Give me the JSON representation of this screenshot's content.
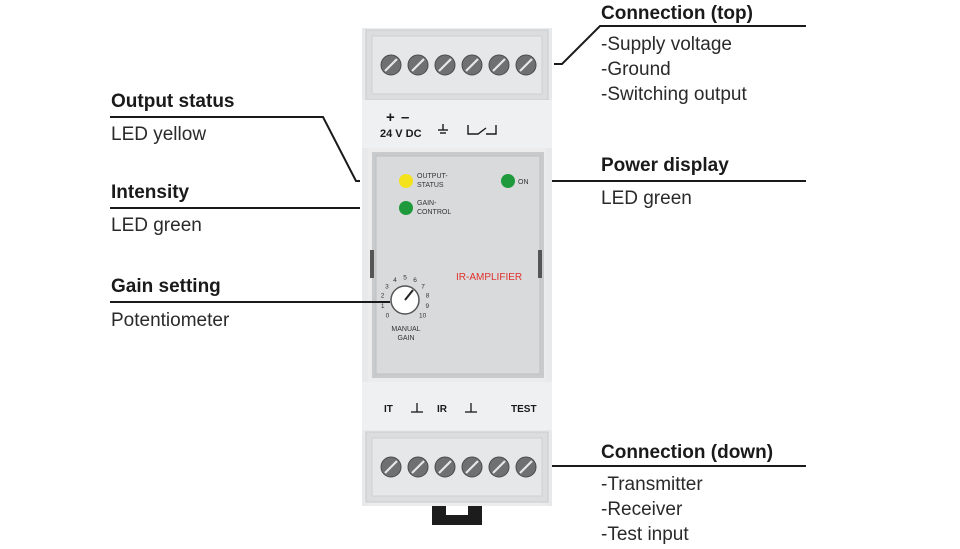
{
  "callouts": {
    "output_status": {
      "title": "Output status",
      "detail": "LED yellow"
    },
    "intensity": {
      "title": "Intensity",
      "detail": "LED green"
    },
    "gain_setting": {
      "title": "Gain setting",
      "detail": "Potentiometer"
    },
    "connection_top": {
      "title": "Connection (top)",
      "items": [
        "-Supply voltage",
        "-Ground",
        "-Switching output"
      ]
    },
    "power_display": {
      "title": "Power display",
      "detail": "LED green"
    },
    "connection_down": {
      "title": "Connection (down)",
      "items": [
        "-Transmitter",
        "-Receiver",
        "-Test input"
      ]
    }
  },
  "device": {
    "top_terminals": {
      "plus": "+",
      "minus": "–",
      "voltage": "24 V DC"
    },
    "panel": {
      "output_status_label": [
        "OUTPUT-",
        "STATUS"
      ],
      "gain_control_label": [
        "GAIN-",
        "CONTROL"
      ],
      "on_label": "ON",
      "title": "IR-AMPLIFIER",
      "dial_label": [
        "MANUAL",
        "GAIN"
      ],
      "dial_ticks": [
        "0",
        "1",
        "2",
        "3",
        "4",
        "5",
        "6",
        "7",
        "8",
        "9",
        "10"
      ]
    },
    "bottom_labels": {
      "it": "IT",
      "ir": "IR",
      "test": "TEST"
    }
  },
  "colors": {
    "led_yellow": "#f3e21c",
    "led_green": "#1e9a3c",
    "title_red": "#e0312b",
    "housing": "#e8e9ea",
    "panel": "#d9dadc"
  }
}
